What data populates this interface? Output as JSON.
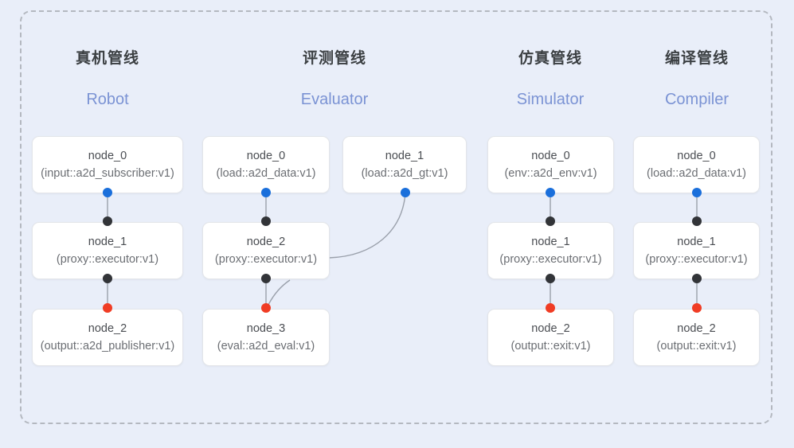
{
  "diagram": {
    "background_color": "#e9eef9",
    "frame_border_color": "#b4b8c0",
    "title_color": "#3c4043",
    "subtitle_color": "#7b93d4",
    "dot_colors": {
      "input": "#1a6fdb",
      "middle": "#323438",
      "output": "#f03c24"
    },
    "edge_color": "#9aa0ab"
  },
  "columns": [
    {
      "title": "真机管线",
      "subtitle": "Robot",
      "nodes": [
        {
          "id": "node_0",
          "kind": "(input::a2d_subscriber:v1)"
        },
        {
          "id": "node_1",
          "kind": "(proxy::executor:v1)"
        },
        {
          "id": "node_2",
          "kind": "(output::a2d_publisher:v1)"
        }
      ]
    },
    {
      "title": "评测管线",
      "subtitle": "Evaluator",
      "nodes": [
        {
          "id": "node_0",
          "kind": "(load::a2d_data:v1)"
        },
        {
          "id": "node_2",
          "kind": "(proxy::executor:v1)"
        },
        {
          "id": "node_3",
          "kind": "(eval::a2d_eval:v1)"
        },
        {
          "id": "node_1",
          "kind": "(load::a2d_gt:v1)"
        }
      ]
    },
    {
      "title": "仿真管线",
      "subtitle": "Simulator",
      "nodes": [
        {
          "id": "node_0",
          "kind": "(env::a2d_env:v1)"
        },
        {
          "id": "node_1",
          "kind": "(proxy::executor:v1)"
        },
        {
          "id": "node_2",
          "kind": "(output::exit:v1)"
        }
      ]
    },
    {
      "title": "编译管线",
      "subtitle": "Compiler",
      "nodes": [
        {
          "id": "node_0",
          "kind": "(load::a2d_data:v1)"
        },
        {
          "id": "node_1",
          "kind": "(proxy::executor:v1)"
        },
        {
          "id": "node_2",
          "kind": "(output::exit:v1)"
        }
      ]
    }
  ]
}
